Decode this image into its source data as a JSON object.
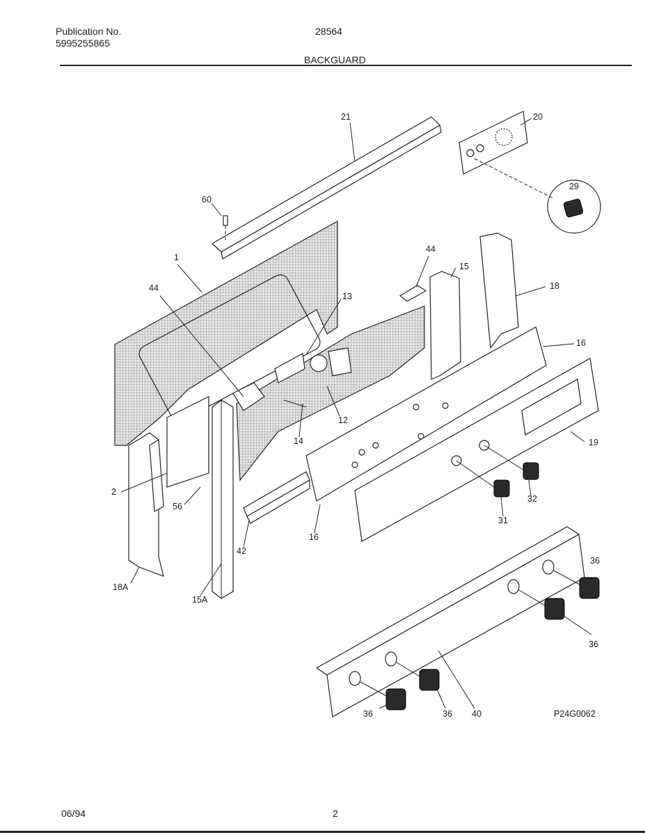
{
  "header": {
    "publication_label": "Publication No.",
    "publication_number": "5995255865",
    "model_number": "28564",
    "section_title": "BACKGUARD"
  },
  "diagram": {
    "drawing_code": "P24G0062",
    "callouts": [
      {
        "id": "c21",
        "text": "21"
      },
      {
        "id": "c20",
        "text": "20"
      },
      {
        "id": "c29",
        "text": "29"
      },
      {
        "id": "c60",
        "text": "60"
      },
      {
        "id": "c1",
        "text": "1"
      },
      {
        "id": "c44a",
        "text": "44"
      },
      {
        "id": "c44b",
        "text": "44"
      },
      {
        "id": "c13",
        "text": "13"
      },
      {
        "id": "c15",
        "text": "15"
      },
      {
        "id": "c18",
        "text": "18"
      },
      {
        "id": "c16a",
        "text": "16"
      },
      {
        "id": "c12",
        "text": "12"
      },
      {
        "id": "c14",
        "text": "14"
      },
      {
        "id": "c19",
        "text": "19"
      },
      {
        "id": "c2",
        "text": "2"
      },
      {
        "id": "c56",
        "text": "56"
      },
      {
        "id": "c32",
        "text": "32"
      },
      {
        "id": "c31",
        "text": "31"
      },
      {
        "id": "c42",
        "text": "42"
      },
      {
        "id": "c16b",
        "text": "16"
      },
      {
        "id": "c18A",
        "text": "18A"
      },
      {
        "id": "c15A",
        "text": "15A"
      },
      {
        "id": "c36a",
        "text": "36"
      },
      {
        "id": "c36b",
        "text": "36"
      },
      {
        "id": "c36c",
        "text": "36"
      },
      {
        "id": "c36d",
        "text": "36"
      },
      {
        "id": "c40",
        "text": "40"
      }
    ]
  },
  "footer": {
    "date": "06/94",
    "page_number": "2"
  }
}
